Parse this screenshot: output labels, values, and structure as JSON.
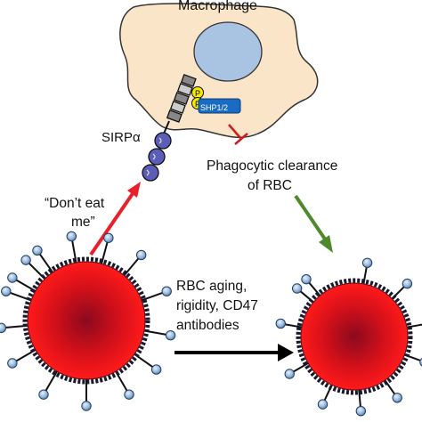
{
  "labels": {
    "macrophage": "Macrophage",
    "sirpa": "SIRPα",
    "shp": "SHP1/2",
    "phospho": "P",
    "clearance_line1": "Phagocytic clearance",
    "clearance_line2": "of RBC",
    "dont_eat_line1": "“Don’t eat",
    "dont_eat_line2": "me”",
    "conditions_line1": "RBC aging,",
    "conditions_line2": "rigidity, CD47",
    "conditions_line3": "antibodies"
  },
  "colors": {
    "macrophage_fill": "#fbe5c8",
    "nucleus_fill": "#a9c4e3",
    "rbc_center": "#8b0a1e",
    "rbc_edge": "#ff1a1a",
    "shp_box": "#1a6bc4",
    "phospho": "#f6ea00",
    "sirp_domain": "#5b5eb8",
    "arrow_red": "#e8202a",
    "arrow_green": "#4e8a2b",
    "arrow_black": "#000000",
    "inhibit_red": "#cc1c1c"
  }
}
